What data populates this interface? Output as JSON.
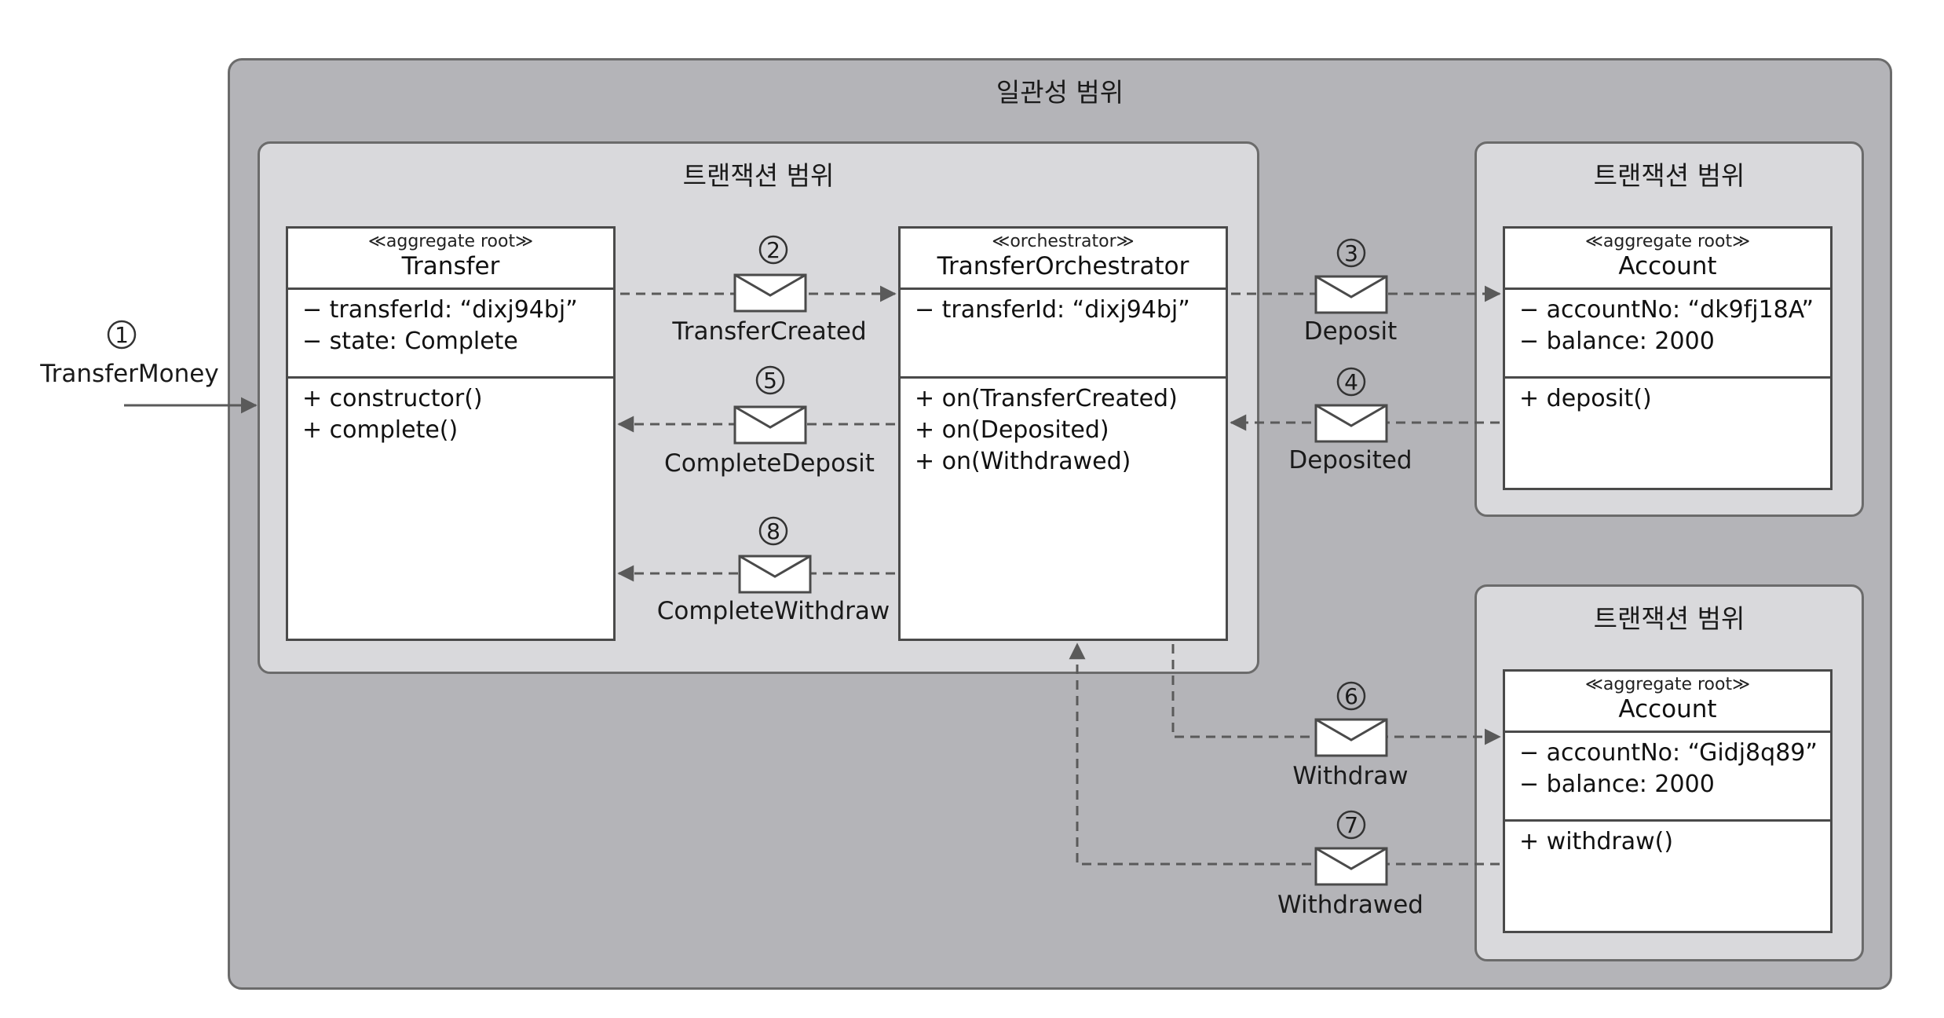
{
  "outer_title": "일관성 범위",
  "txn_title": "트랜잭션 범위",
  "classes": {
    "transfer": {
      "stereotype": "≪aggregate root≫",
      "name": "Transfer",
      "attrs": [
        "− transferId: “dixj94bj”",
        "− state: Complete"
      ],
      "ops": [
        "+ constructor()",
        "+ complete()"
      ]
    },
    "orchestrator": {
      "stereotype": "≪orchestrator≫",
      "name": "TransferOrchestrator",
      "attrs": [
        "− transferId: “dixj94bj”"
      ],
      "ops": [
        "+ on(TransferCreated)",
        "+ on(Deposited)",
        "+ on(Withdrawed)"
      ]
    },
    "account1": {
      "stereotype": "≪aggregate root≫",
      "name": "Account",
      "attrs": [
        "− accountNo: “dk9fj18A”",
        "− balance: 2000"
      ],
      "ops": [
        "+ deposit()"
      ]
    },
    "account2": {
      "stereotype": "≪aggregate root≫",
      "name": "Account",
      "attrs": [
        "− accountNo: “Gidj8q89”",
        "− balance: 2000"
      ],
      "ops": [
        "+ withdraw()"
      ]
    }
  },
  "messages": {
    "m1": {
      "number": "1",
      "label": "TransferMoney"
    },
    "m2": {
      "number": "2",
      "label": "TransferCreated"
    },
    "m3": {
      "number": "3",
      "label": "Deposit"
    },
    "m4": {
      "number": "4",
      "label": "Deposited"
    },
    "m5": {
      "number": "5",
      "label": "CompleteDeposit"
    },
    "m6": {
      "number": "6",
      "label": "Withdraw"
    },
    "m7": {
      "number": "7",
      "label": "Withdrawed"
    },
    "m8": {
      "number": "8",
      "label": "CompleteWithdraw"
    }
  },
  "colors": {
    "outer_fill": "#b4b4b8",
    "txn_fill": "#d9d9dc",
    "arrow": "#5a5a5a"
  }
}
